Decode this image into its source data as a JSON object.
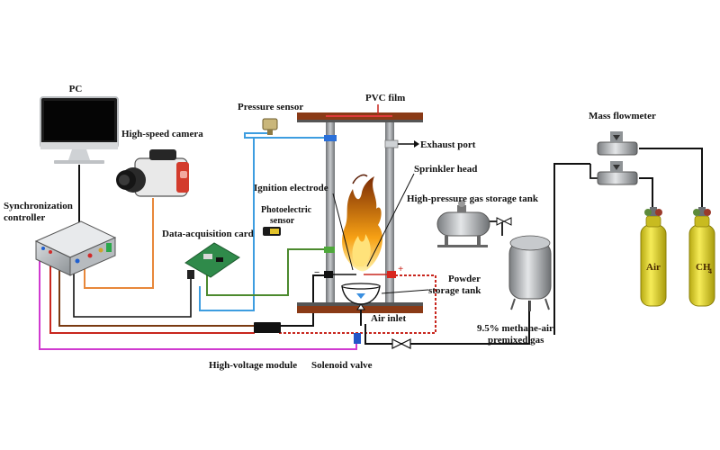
{
  "labels": {
    "pc": "PC",
    "camera": "High-speed camera",
    "sync_line1": "Synchronization",
    "sync_line2": "controller",
    "daq": "Data-acquisition card",
    "hv_module": "High-voltage module",
    "solenoid": "Solenoid valve",
    "pressure_sensor": "Pressure sensor",
    "pvc_film": "PVC film",
    "exhaust_port": "Exhaust port",
    "sprinkler_head": "Sprinkler head",
    "ignition_electrode": "Ignition electrode",
    "photo_line1": "Photoelectric",
    "photo_line2": "sensor",
    "hp_tank": "High-pressure gas storage tank",
    "powder_line1": "Powder",
    "powder_line2": "storage tank",
    "air_inlet": "Air inlet",
    "premix_line1": "9.5% methane-air",
    "premix_line2": "premixed gas",
    "mass_flowmeter": "Mass flowmeter",
    "air_cyl": "Air",
    "ch4_main": "CH",
    "ch4_sub": "4",
    "minus": "−",
    "plus": "+"
  },
  "colors": {
    "pressure_wire": "#3d9de0",
    "orange_wire": "#e8873a",
    "green_wire": "#4c8a2e",
    "brown_wire": "#7a3a12",
    "red_wire": "#c8261e",
    "magenta_wire": "#d03ad0",
    "cylinder": "#f2e533",
    "flame": "#f08a10"
  }
}
